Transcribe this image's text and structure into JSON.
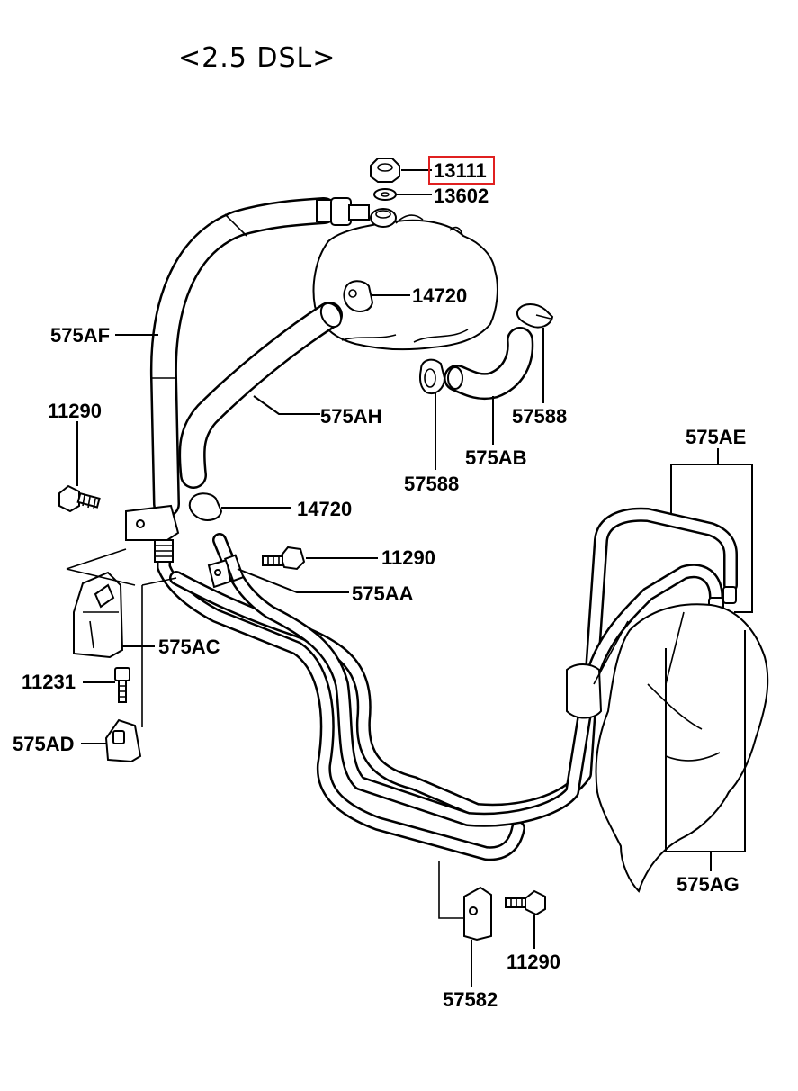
{
  "title": "<2.5 DSL>",
  "highlight_color": "#e02020",
  "parts": {
    "p13111": "13111",
    "p13602": "13602",
    "p14720_top": "14720",
    "p575AF": "575AF",
    "p57588_right": "57588",
    "p575AH": "575AH",
    "p11290_left": "11290",
    "p57588_left": "57588",
    "p575AB": "575AB",
    "p575AE": "575AE",
    "p14720_mid": "14720",
    "p11290_mid": "11290",
    "p575AA": "575AA",
    "p575AC": "575AC",
    "p11231": "11231",
    "p575AD": "575AD",
    "p575AG": "575AG",
    "p11290_bottom": "11290",
    "p57582": "57582"
  }
}
